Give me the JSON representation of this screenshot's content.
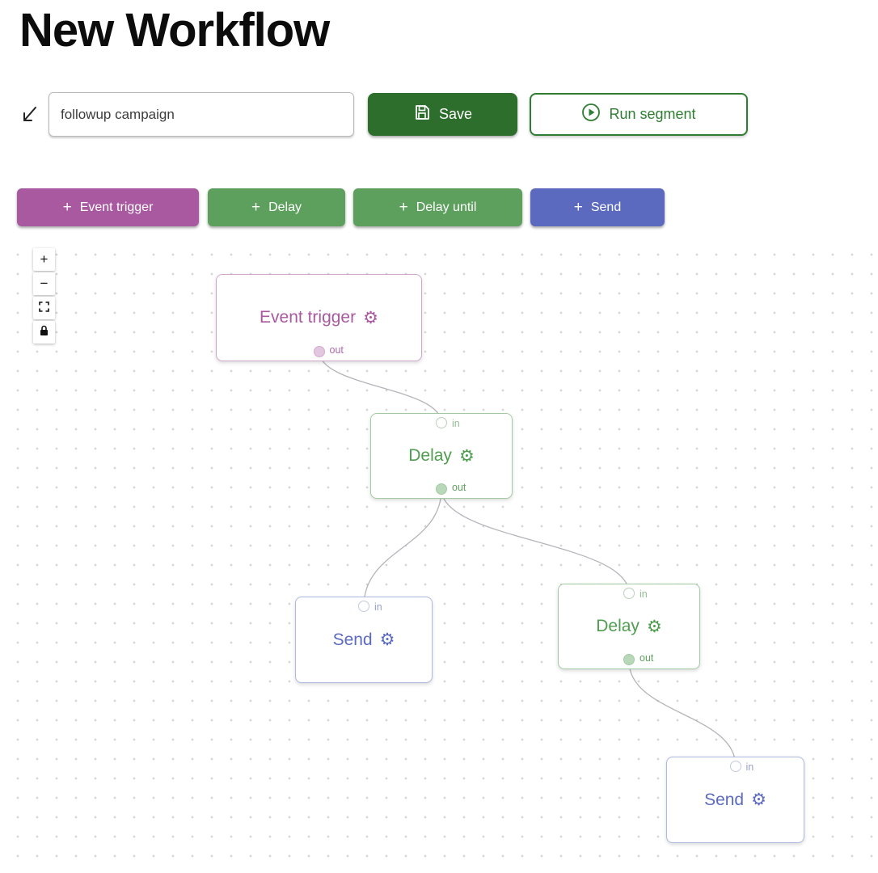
{
  "page": {
    "title": "New Workflow"
  },
  "toolbar": {
    "name_input": {
      "value": "followup campaign",
      "placeholder": ""
    },
    "save_button": {
      "label": "Save",
      "color": "#2d6e2d"
    },
    "run_button": {
      "label": "Run segment",
      "color": "#2e7d32"
    }
  },
  "palette": {
    "plus": "+",
    "items": [
      {
        "label": "Event trigger",
        "color": "#a8599f"
      },
      {
        "label": "Delay",
        "color": "#5da05d"
      },
      {
        "label": "Delay until",
        "color": "#5da05d"
      },
      {
        "label": "Send",
        "color": "#5b6abf"
      }
    ]
  },
  "canvas": {
    "controls": {
      "zoom_in": "+",
      "zoom_out": "−",
      "fit_view": "fit-view-icon",
      "lock": "lock-icon"
    },
    "nodes": [
      {
        "label": "Event trigger",
        "type": "event",
        "color": "#a8599f",
        "out_label": "out"
      },
      {
        "label": "Delay",
        "type": "delay",
        "color": "#4f9d4f",
        "in_label": "in",
        "out_label": "out"
      },
      {
        "label": "Send",
        "type": "send",
        "color": "#5c6bc0",
        "in_label": "in"
      },
      {
        "label": "Delay",
        "type": "delay",
        "color": "#4f9d4f",
        "in_label": "in",
        "out_label": "out"
      },
      {
        "label": "Send",
        "type": "send",
        "color": "#5c6bc0",
        "in_label": "in"
      }
    ],
    "connections": [
      {
        "from_node": 0,
        "to_node": 1
      },
      {
        "from_node": 1,
        "to_node": 2
      },
      {
        "from_node": 1,
        "to_node": 3
      },
      {
        "from_node": 3,
        "to_node": 4
      }
    ]
  }
}
